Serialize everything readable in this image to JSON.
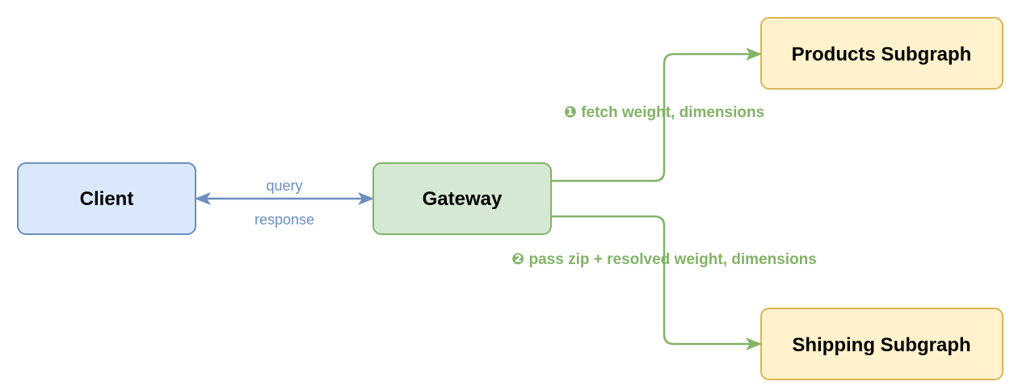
{
  "nodes": {
    "client": {
      "label": "Client",
      "fill": "#dae8fc",
      "stroke": "#6c8ebf"
    },
    "gateway": {
      "label": "Gateway",
      "fill": "#d5e8d4",
      "stroke": "#82b366"
    },
    "products": {
      "label": "Products Subgraph",
      "fill": "#fff2cc",
      "stroke": "#d6b656"
    },
    "shipping": {
      "label": "Shipping Subgraph",
      "fill": "#fff2cc",
      "stroke": "#d6b656"
    }
  },
  "edges": {
    "client_gateway": {
      "label_top": "query",
      "label_bottom": "response",
      "color": "#6c8ebf",
      "direction": "bidirectional"
    },
    "gateway_products": {
      "label": "❶ fetch weight, dimensions",
      "color": "#82b366"
    },
    "gateway_shipping": {
      "label": "❷ pass zip + resolved weight, dimensions",
      "color": "#82b366"
    }
  }
}
